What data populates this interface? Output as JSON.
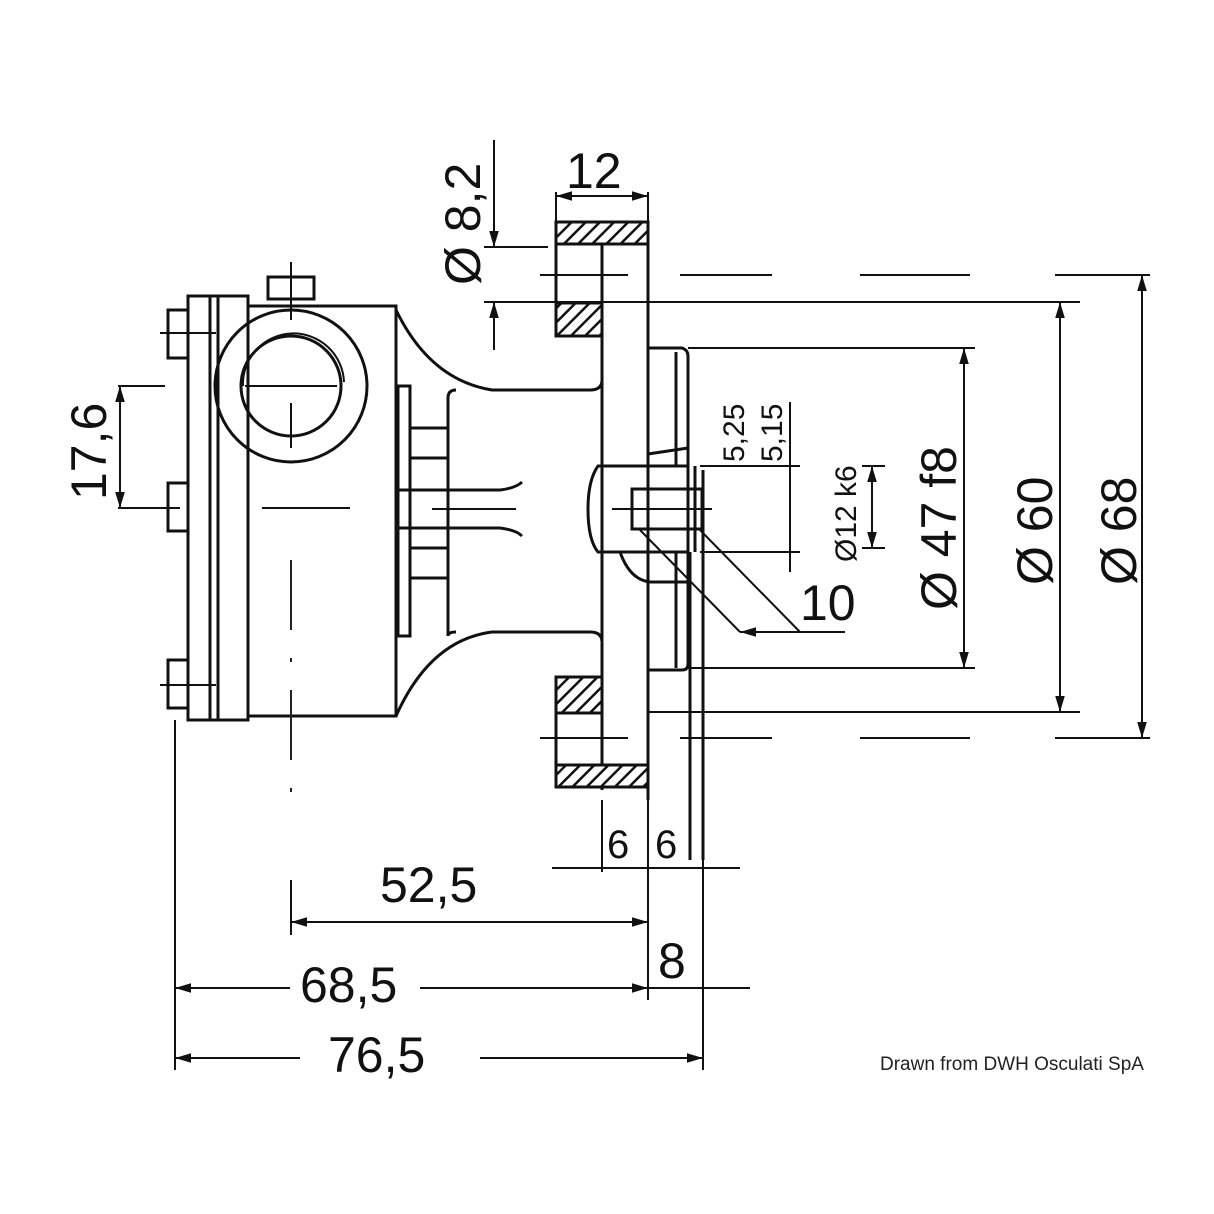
{
  "drawing": {
    "subject": "Pump dimensional drawing (side view)",
    "units": "mm",
    "dimensions": {
      "bolt_hole_diameter": "Ø 8,2",
      "flange_thickness": "12",
      "port_offset": "17,6",
      "shaft_key_upper": "5,25",
      "shaft_key_lower": "5,15",
      "shaft_diameter": "Ø12 k6",
      "key_length": "10",
      "spigot_diameter": "Ø 47 f8",
      "bolt_circle_diameter": "Ø 60",
      "flange_outer_diameter": "Ø 68",
      "spigot_width_left": "6",
      "spigot_width_right": "6",
      "port_to_flange": "52,5",
      "body_to_flange": "68,5",
      "shaft_protrusion": "8",
      "overall_length": "76,5"
    },
    "credit": "Drawn from DWH Osculati SpA"
  }
}
